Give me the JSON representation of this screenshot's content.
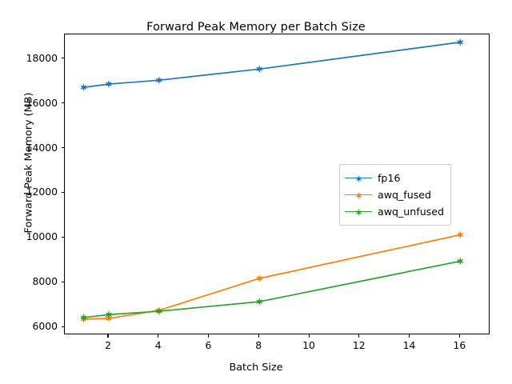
{
  "chart_data": {
    "type": "line",
    "title": "Forward Peak Memory per Batch Size",
    "xlabel": "Batch Size",
    "ylabel": "Forward Peak Memory (MB)",
    "x": [
      1,
      2,
      4,
      8,
      16
    ],
    "xlim": [
      0.25,
      17.2
    ],
    "ylim": [
      5650,
      19100
    ],
    "xticks": [
      2,
      4,
      6,
      8,
      10,
      12,
      14,
      16
    ],
    "xticklabels": [
      "2",
      "4",
      "6",
      "8",
      "10",
      "12",
      "14",
      "16"
    ],
    "yticks": [
      6000,
      8000,
      10000,
      12000,
      14000,
      16000,
      18000
    ],
    "yticklabels": [
      "6000",
      "8000",
      "10000",
      "12000",
      "14000",
      "16000",
      "18000"
    ],
    "grid": false,
    "legend_position": "center right",
    "marker": "star",
    "series": [
      {
        "name": "fp16",
        "color": "#1f77b4",
        "values": [
          16730,
          16880,
          17050,
          17550,
          18750
        ]
      },
      {
        "name": "awq_fused",
        "color": "#ff7f0e",
        "values": [
          6370,
          6400,
          6760,
          8190,
          10140
        ]
      },
      {
        "name": "awq_unfused",
        "color": "#2ca02c",
        "values": [
          6440,
          6570,
          6720,
          7150,
          8960
        ]
      }
    ]
  },
  "legend": {
    "entries": [
      {
        "label": "fp16"
      },
      {
        "label": "awq_fused"
      },
      {
        "label": "awq_unfused"
      }
    ]
  }
}
